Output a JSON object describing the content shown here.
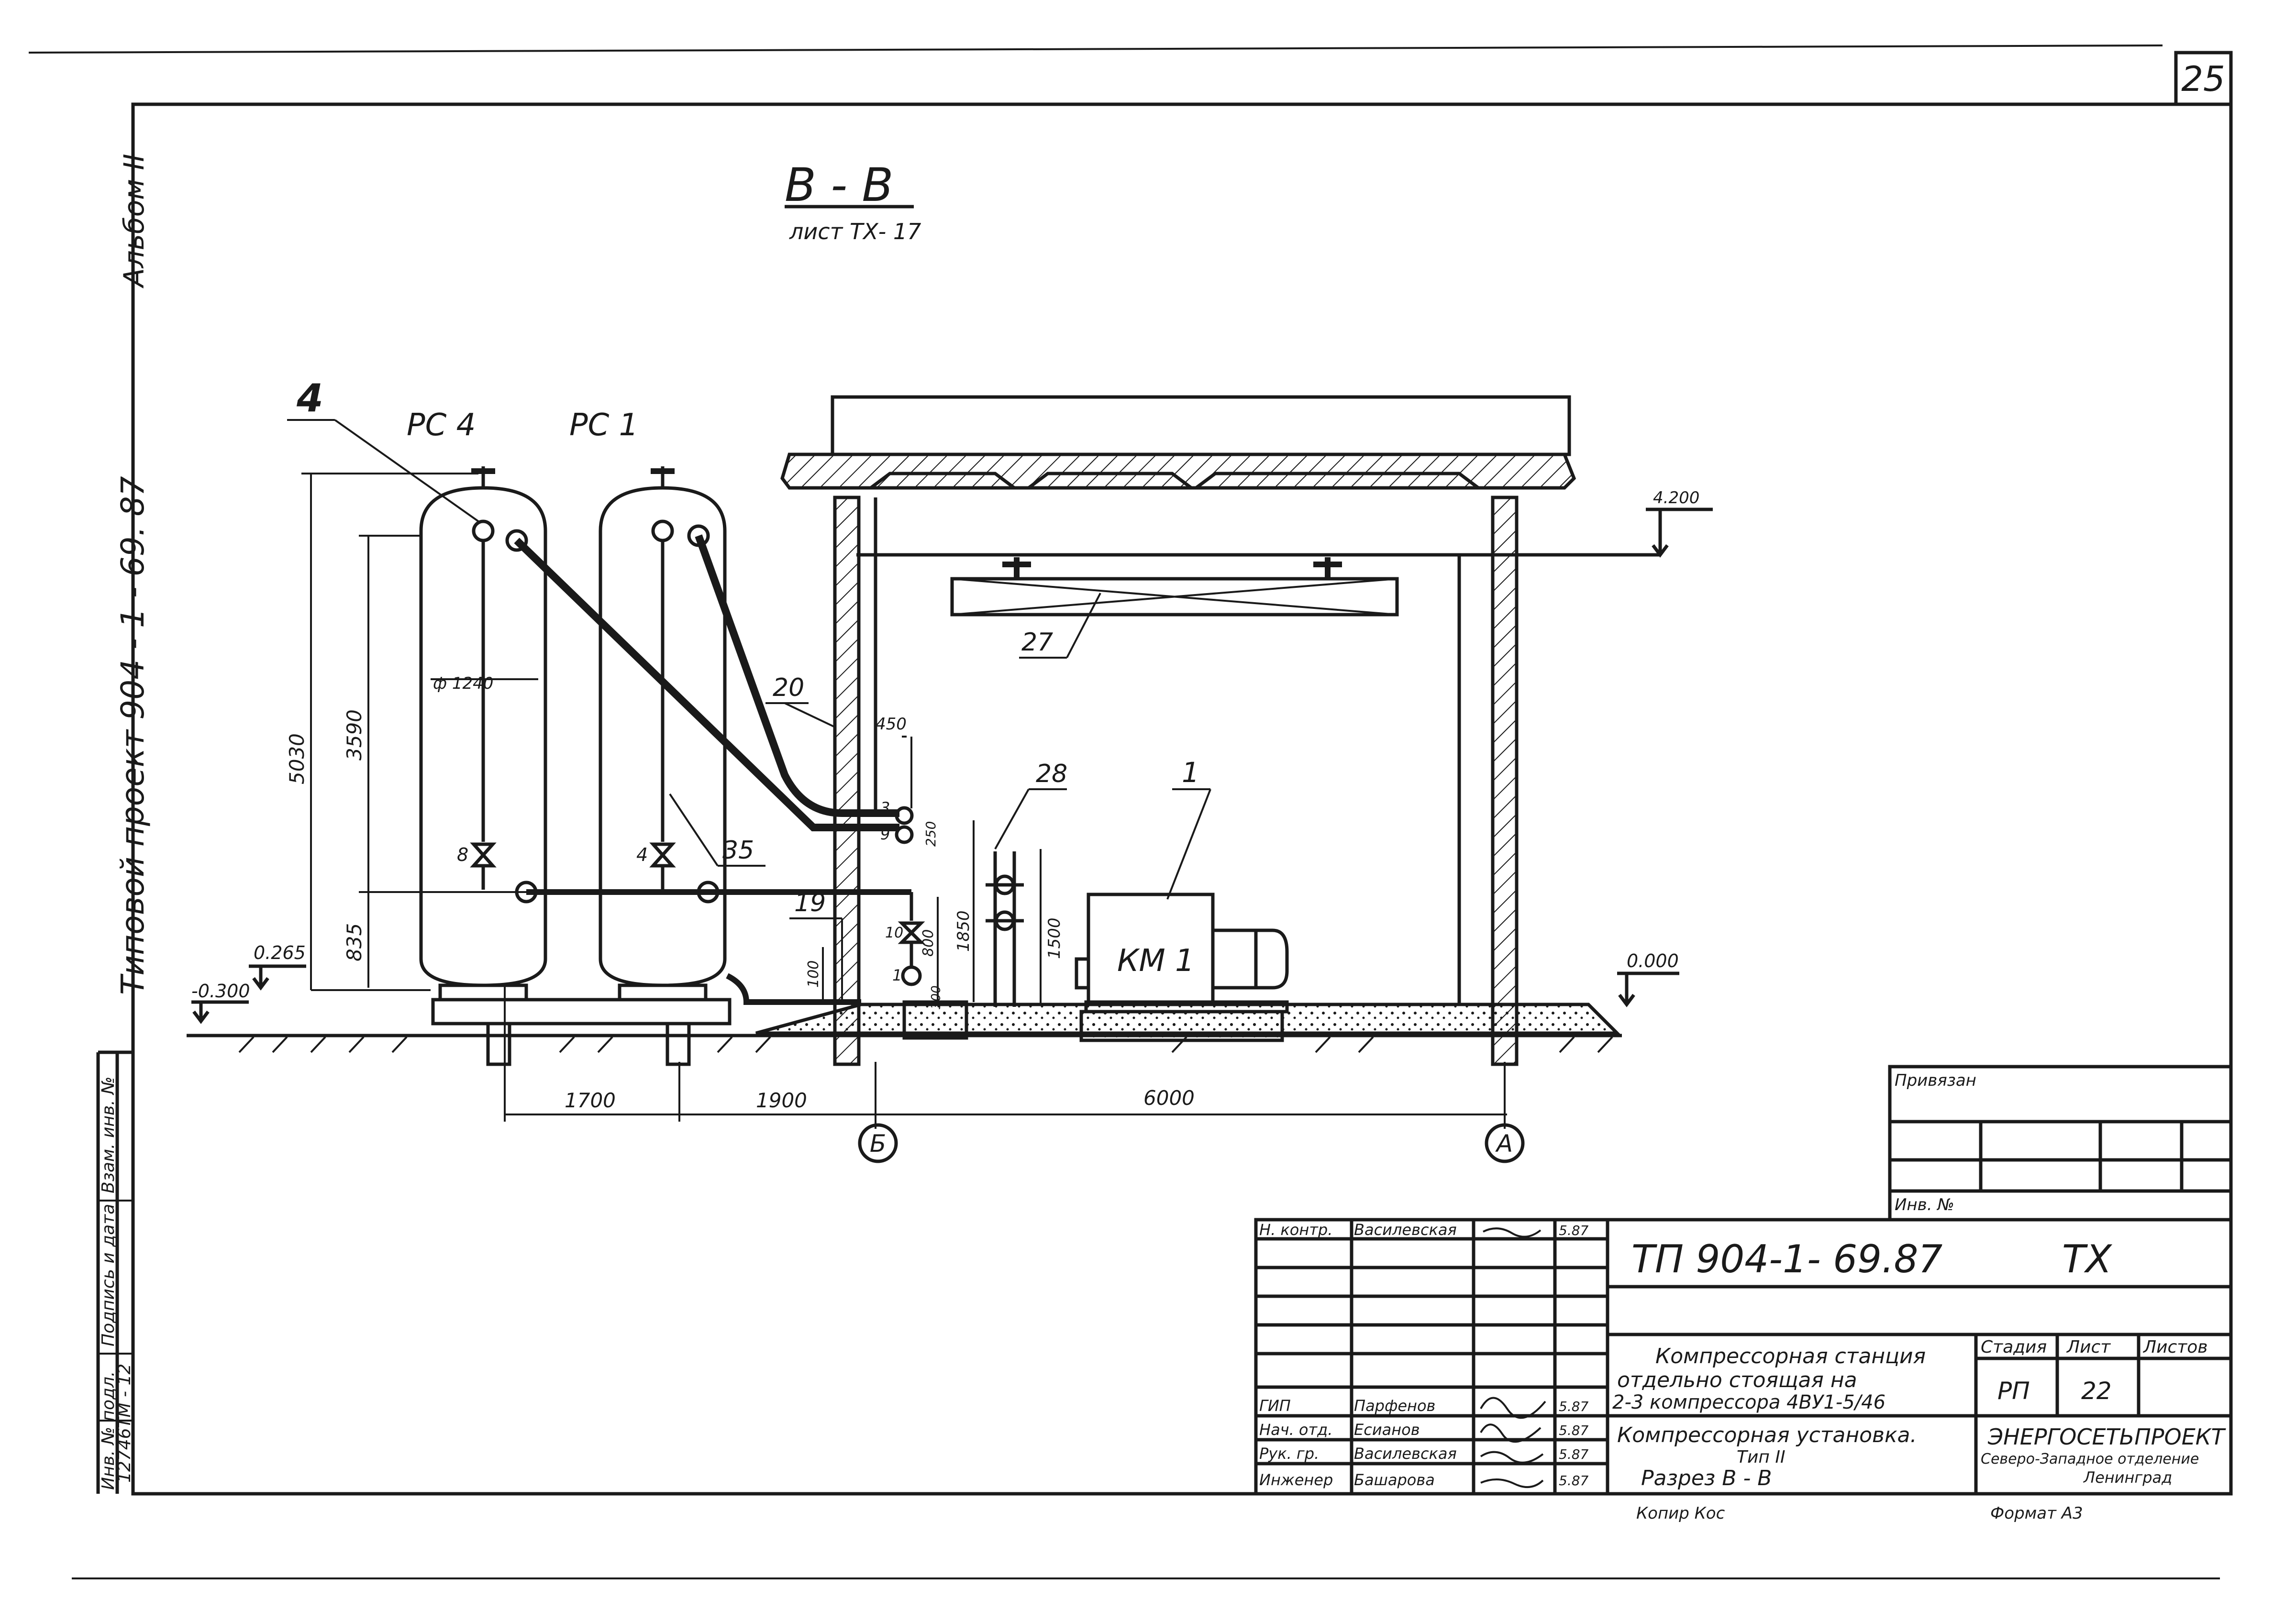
{
  "sheet": {
    "page_number": "25"
  },
  "section": {
    "title": "В - В",
    "ref": "лист   ТХ- 17"
  },
  "side": {
    "album": "Альбом II",
    "project": "Типовой проект   904 - 1 - 69. 87",
    "inv_labels": [
      "Инв. № подл.",
      "Подпись и дата",
      "Взам. инв. №"
    ],
    "inv_value": "12746ТМ - 12"
  },
  "equipment": {
    "callout_4": "4",
    "receiver_1": "РС 4",
    "receiver_2": "РС 1",
    "compressor": "КМ 1",
    "callout_1": "1",
    "callout_19": "19",
    "callout_20": "20",
    "callout_27": "27",
    "callout_28": "28",
    "callout_35": "35",
    "valve_8": "8",
    "valve_4": "4",
    "valve_10": "10",
    "pipe_3": "3",
    "pipe_9": "9",
    "pipe_1": "1"
  },
  "dimensions": {
    "d5030": "5030",
    "d3590": "3590",
    "d835": "835",
    "diam": "ф 1240",
    "d450": "450",
    "d250": "250",
    "d1850": "1850",
    "d1500": "1500",
    "d800": "800",
    "d100": "100",
    "d300": "300",
    "x1700": "1700",
    "x1900": "1900",
    "x6000": "6000",
    "lvl_0265": "0.265",
    "lvl_m0300": "-0.300",
    "lvl_0000": "0.000",
    "lvl_4200": "4.200"
  },
  "axes": {
    "b": "Б",
    "a": "А"
  },
  "title_block": {
    "privyazan": "Привязан",
    "inv_no": "Инв. №",
    "doc_code": "ТП   904-1- 69.87",
    "mark": "ТХ",
    "roles": [
      "Н. контр.",
      "ГИП",
      "Нач. отд.",
      "Рук. гр.",
      "Инженер"
    ],
    "names": [
      "Василевская",
      "Парфенов",
      "Есианов",
      "Василевская",
      "Башарова"
    ],
    "dates": [
      "5.87",
      "5.87",
      "5.87",
      "5.87",
      "5.87"
    ],
    "project_title_1": "Компрессорная  станция",
    "project_title_2": "отдельно   стоящая   на",
    "project_title_3": "2-3 компрессора   4ВУ1-5/46",
    "sheet_title_1": "Компрессорная  установка.",
    "sheet_title_2": "Тип  II",
    "sheet_title_3": "Разрез   В - В",
    "col_stage": "Стадия",
    "col_sheet": "Лист",
    "col_sheets": "Листов",
    "stage": "РП",
    "sheet": "22",
    "org_1": "ЭНЕРГОСЕТЬПРОЕКТ",
    "org_2": "Северо-Западное отделение",
    "org_3": "Ленинград",
    "copied": "Копир  Кос",
    "format": "Формат  А3"
  }
}
